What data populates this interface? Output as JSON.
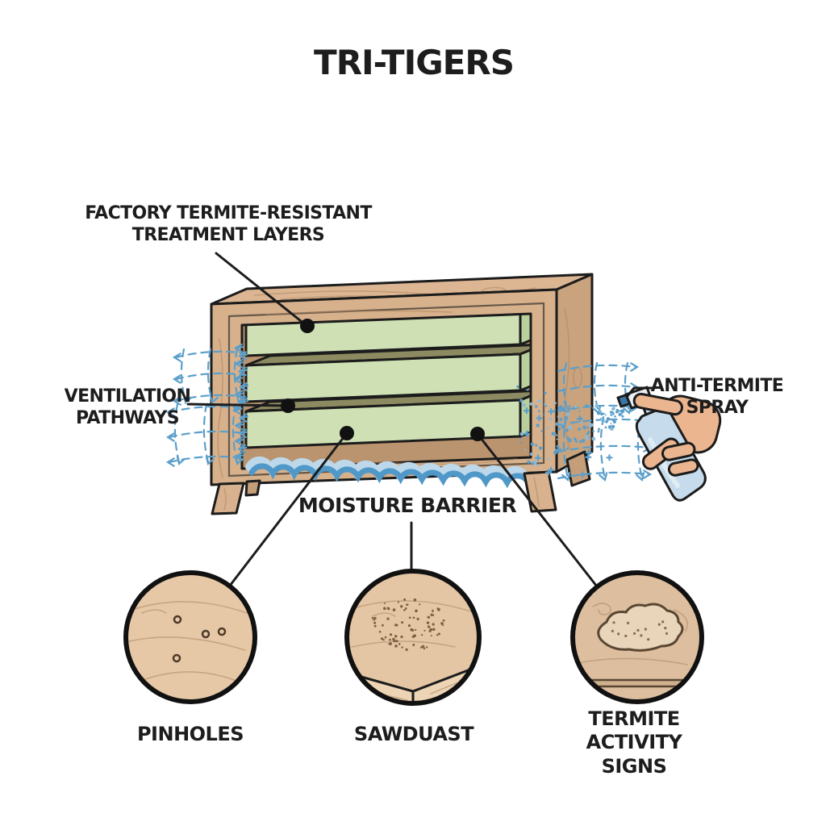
{
  "title": "TRI-TIGERS",
  "callouts": {
    "treatment": {
      "line1": "FACTORY TERMITE-RESISTANT",
      "line2": "TREATMENT LAYERS"
    },
    "ventilation": {
      "line1": "VENTILATION",
      "line2": "PATHWAYS"
    },
    "spray": {
      "line1": "ANTI-TERMITE",
      "line2": "SPRAY"
    },
    "moisture": {
      "label": "MOISTURE BARRIER"
    }
  },
  "inspection_circles": {
    "pinholes": {
      "label": "PINHOLES"
    },
    "sawdust": {
      "label": "SAWDUAST"
    },
    "termite_activity": {
      "line1": "TERMITE",
      "line2": "ACTIVITY",
      "line3": "SIGNS"
    }
  },
  "colors": {
    "background": "#ffffff",
    "wood": "#d8b28e",
    "wood_dark": "#c49e79",
    "wood_inner": "#b9946f",
    "treatment_green": "#cfe0b4",
    "treatment_green_side": "#b9cf9c",
    "treatment_olive": "#8b8a60",
    "barrier_blue": "#4f98c8",
    "barrier_blue_light": "#bdd8ea",
    "mesh_blue": "#5b9fca",
    "skin": "#eab58f",
    "bottle_blue": "#c6dcec",
    "outline": "#1c1c1c"
  }
}
